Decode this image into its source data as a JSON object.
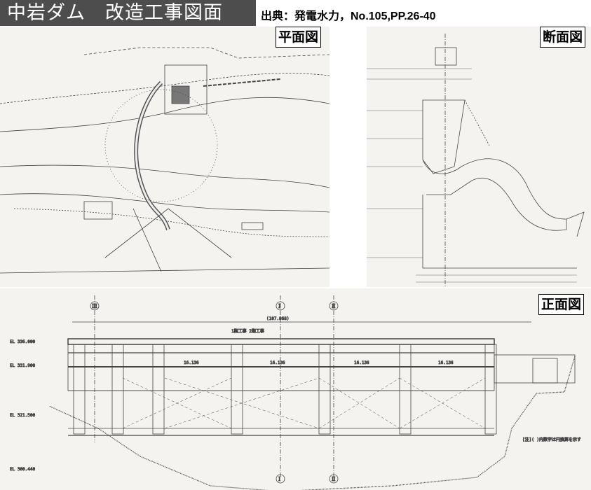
{
  "header": {
    "title": "中岩ダム　改造工事図面",
    "source": "出典：発電水力，No.105,PP.26-40"
  },
  "plan": {
    "label": "平面図"
  },
  "section": {
    "label": "断面図"
  },
  "front": {
    "label": "正面図",
    "total_length": "(107.868)",
    "phase_note": "1期工事 2期工事",
    "section_marks": [
      "Ⅲ",
      "Ⅰ",
      "Ⅱ"
    ],
    "elevations": [
      "EL 336.000",
      "EL 331.900",
      "EL 321.500",
      "EL 300.440"
    ],
    "spans": [
      "16.136",
      "16.136",
      "16.136",
      "16.136"
    ],
    "note": "[注]( )内数字は円換算を示す"
  },
  "colors": {
    "title_bg": "#4d4d4d",
    "paper": "#f4f3f0",
    "ink": "#333333"
  }
}
